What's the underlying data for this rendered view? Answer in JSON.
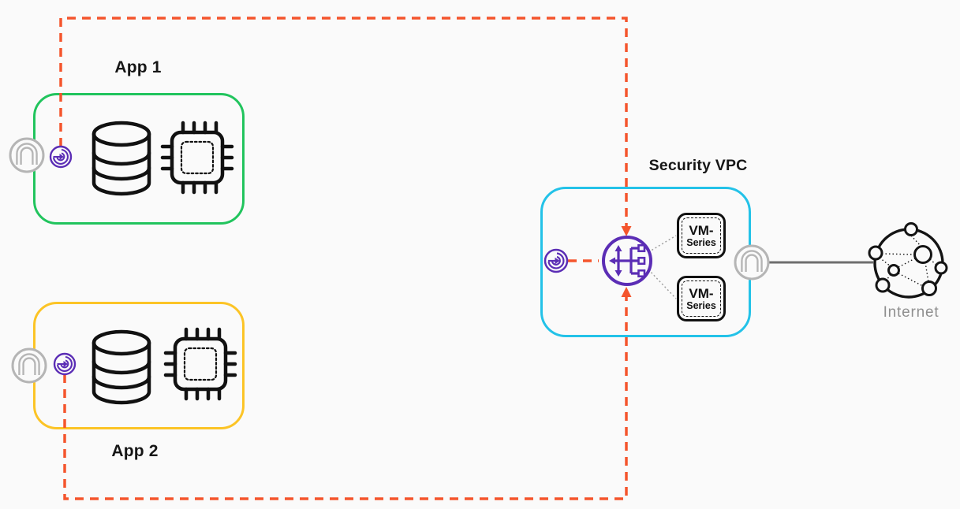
{
  "diagram": {
    "app1": {
      "title": "App 1"
    },
    "app2": {
      "title": "App 2"
    },
    "security_vpc": {
      "title": "Security VPC",
      "vm_series": [
        {
          "line1": "VM-",
          "line2": "Series"
        },
        {
          "line1": "VM-",
          "line2": "Series"
        }
      ]
    },
    "internet": {
      "label": "Internet"
    }
  },
  "icons": {
    "app1_gateway": "gateway-icon",
    "app1_endpoint": "gwlb-endpoint-icon",
    "app1_database": "database-icon",
    "app1_cpu": "cpu-icon",
    "app2_gateway": "gateway-icon",
    "app2_endpoint": "gwlb-endpoint-icon",
    "app2_database": "database-icon",
    "app2_cpu": "cpu-icon",
    "vpc_endpoint": "gwlb-endpoint-icon",
    "vpc_load_balancer": "gateway-load-balancer-icon",
    "internet_gateway": "internet-gateway-icon",
    "internet_globe": "internet-globe-icon"
  },
  "colors": {
    "app1_border": "#21c45d",
    "app2_border": "#fcc426",
    "security_vpc_border": "#23c2e8",
    "traffic_dash": "#f4552d",
    "endpoint_purple": "#5b2db5",
    "gateway_gray": "#b5b5b5",
    "ink": "#111111",
    "muted_text": "#8f8f8f",
    "background": "#fafafa"
  }
}
